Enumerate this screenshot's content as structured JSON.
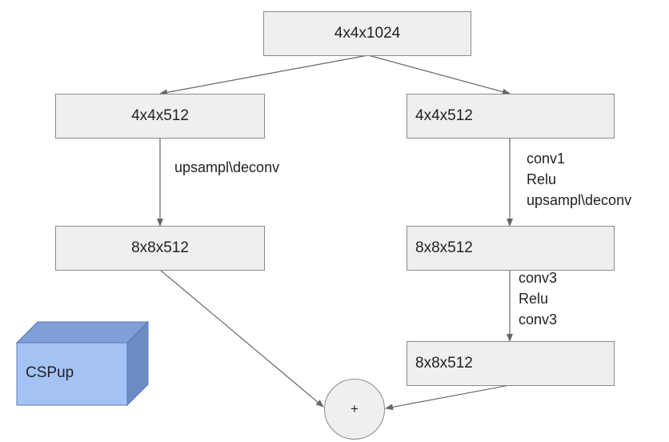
{
  "diagram": {
    "top": "4x4x1024",
    "left_branch": {
      "box1": "4x4x512",
      "op": "upsampl\\deconv",
      "box2": "8x8x512"
    },
    "right_branch": {
      "box1": "4x4x512",
      "op1": [
        "conv1",
        "Relu",
        "upsampl\\deconv"
      ],
      "box2": "8x8x512",
      "op2": [
        "conv3",
        "Relu",
        "conv3"
      ],
      "box3": "8x8x512"
    },
    "sum": "+",
    "legend": "CSPup"
  },
  "colors": {
    "box_fill": "#efefef",
    "box_border": "#8a8a8a",
    "arrow": "#666666",
    "cube_front": "#a4c2f4",
    "cube_top": "#7f9fd6",
    "cube_side": "#6d8cc4"
  }
}
